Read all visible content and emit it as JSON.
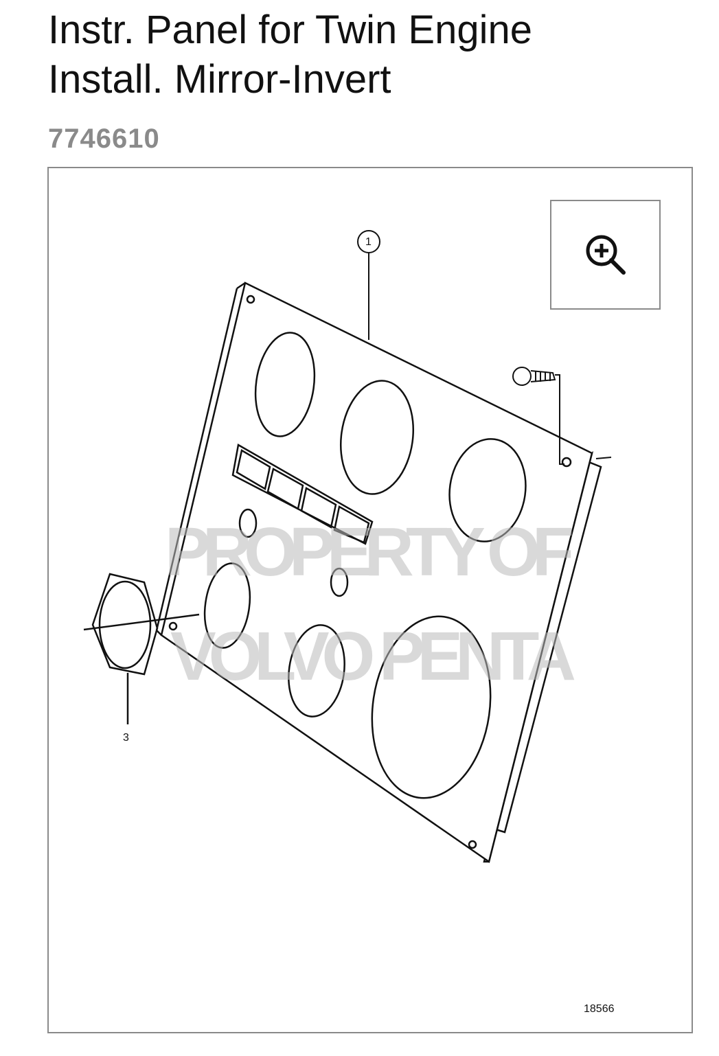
{
  "header": {
    "title_line1": "Instr. Panel for Twin Engine",
    "title_line2": "Install. Mirror-Invert",
    "part_number": "7746610"
  },
  "diagram": {
    "callouts": [
      "1",
      "3"
    ],
    "figure_number": "18566",
    "watermark_line1": "PROPERTY OF",
    "watermark_line2": "VOLVO PENTA",
    "zoom_icon": "zoom-in-icon"
  }
}
